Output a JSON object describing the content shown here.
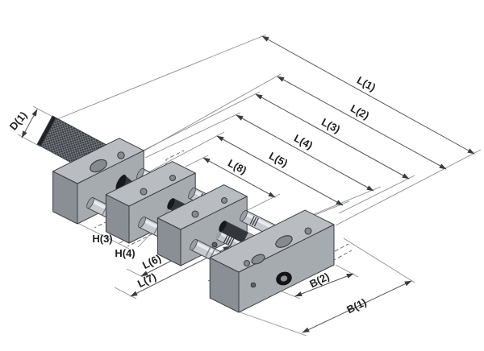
{
  "figure": {
    "description": "isometric technical drawing of multi-stage linear slide with dimension callouts",
    "labels": {
      "d1": "D(1)",
      "l1": "L(1)",
      "l2": "L(2)",
      "l3": "L(3)",
      "l4": "L(4)",
      "l5": "L(5)",
      "l6": "L(6)",
      "l7": "L(7)",
      "l8": "L(8)",
      "h3": "H(3)",
      "h4": "H(4)",
      "b1": "B(1)",
      "b2": "B(2)"
    },
    "colors": {
      "background": "#ffffff",
      "dimension_line": "#54575a",
      "extension_line": "#8a8d90",
      "block_top": "#b9bdc2",
      "block_front": "#a6abb0",
      "block_side": "#8a8f95",
      "rail": "#c7cbcf",
      "dark_pin": "#33373c",
      "knurled_knob": "#34383d"
    }
  }
}
